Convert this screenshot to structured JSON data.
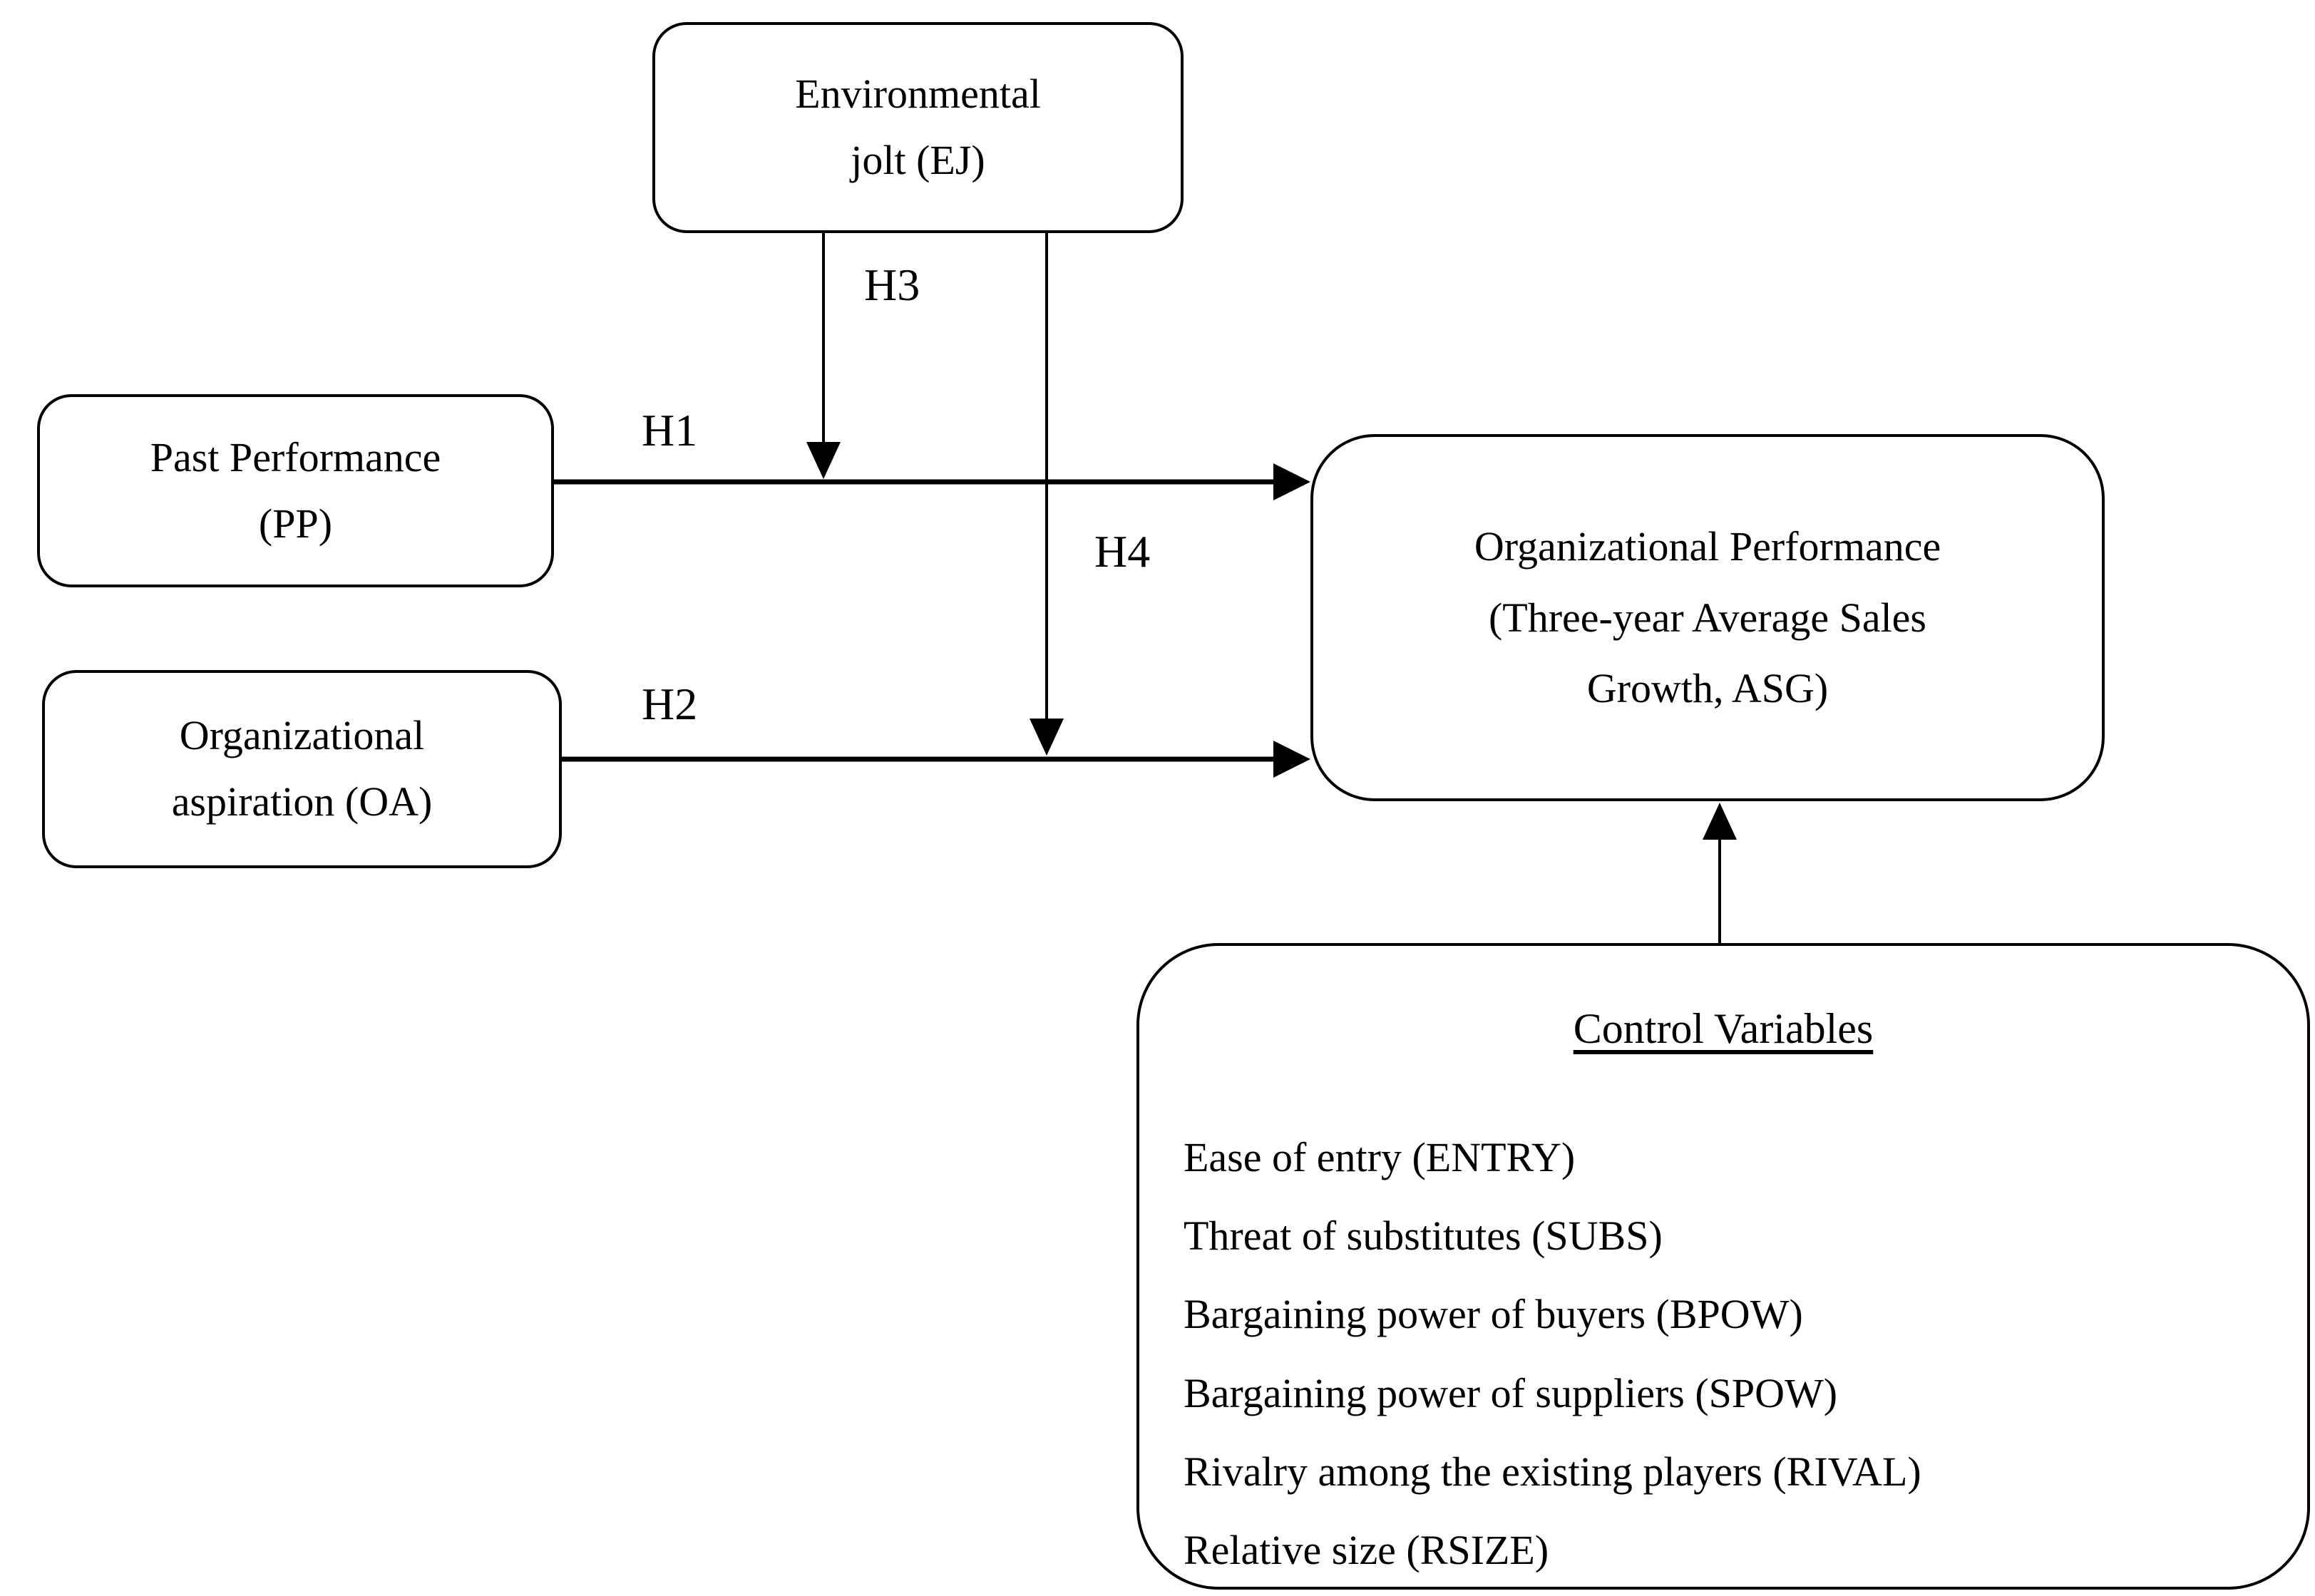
{
  "figure": {
    "type": "conceptual-framework-diagram",
    "background_color": "#ffffff",
    "line_color": "#000000",
    "text_color": "#000000"
  },
  "boxes": {
    "environmental_jolt": {
      "label": "Environmental jolt (EJ)",
      "lines": [
        "Environmental",
        "jolt (EJ)"
      ]
    },
    "past_performance": {
      "label": "Past Performance (PP)",
      "lines": [
        "Past Performance",
        "(PP)"
      ]
    },
    "organizational_aspiration": {
      "label": "Organizational aspiration (OA)",
      "lines": [
        "Organizational",
        "aspiration (OA)"
      ]
    },
    "organizational_performance": {
      "label": "Organizational Performance (Three-year Average Sales Growth, ASG)",
      "lines": [
        "Organizational Performance",
        "(Three-year Average Sales",
        "Growth, ASG)"
      ]
    },
    "control_variables": {
      "title": "Control Variables",
      "items": [
        "Ease of entry (ENTRY)",
        "Threat of substitutes (SUBS)",
        "Bargaining power of buyers (BPOW)",
        "Bargaining power of suppliers (SPOW)",
        "Rivalry among the existing players (RIVAL)",
        "Relative size (RSIZE)"
      ]
    }
  },
  "arrows": {
    "h1": {
      "label": "H1",
      "from": "Past Performance (PP)",
      "to": "Organizational Performance"
    },
    "h2": {
      "label": "H2",
      "from": "Organizational aspiration (OA)",
      "to": "Organizational Performance"
    },
    "h3": {
      "label": "H3",
      "from": "Environmental jolt (EJ)",
      "to": "H1 path"
    },
    "h4": {
      "label": "H4",
      "from": "Environmental jolt (EJ)",
      "to": "H2 path"
    },
    "controls": {
      "label": "",
      "from": "Control Variables",
      "to": "Organizational Performance"
    }
  }
}
